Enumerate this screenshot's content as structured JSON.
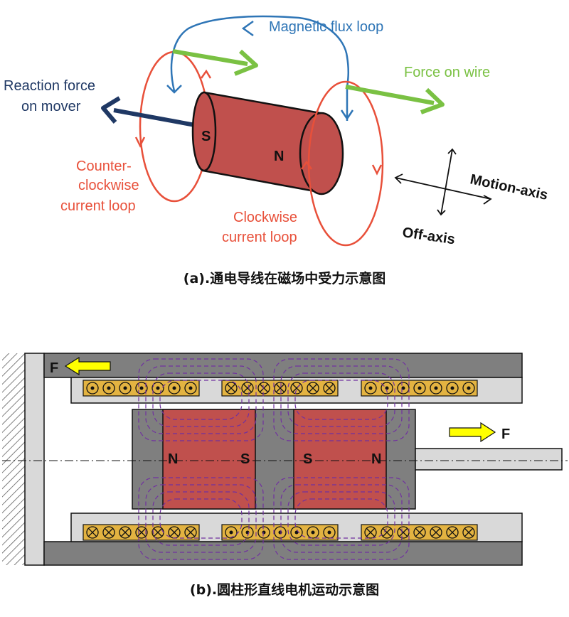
{
  "panel_a": {
    "caption": "(a).通电导线在磁场中受力示意图",
    "labels": {
      "magnetic_flux_loop": "Magnetic flux loop",
      "force_on_wire": "Force on wire",
      "reaction_force_line1": "Reaction force",
      "reaction_force_line2": "on mover",
      "ccw_line1": "Counter-",
      "ccw_line2": "clockwise",
      "ccw_line3": "current loop",
      "cw_line1": "Clockwise",
      "cw_line2": "current loop",
      "motion_axis": "Motion-axis",
      "off_axis": "Off-axis",
      "pole_s": "S",
      "pole_n": "N"
    },
    "colors": {
      "magnet": "#c0504d",
      "flux": "#2e75b6",
      "current": "#e8503a",
      "force": "#7ac143",
      "reaction": "#1f3864"
    }
  },
  "panel_b": {
    "caption": "(b).圆柱形直线电机运动示意图",
    "force_label_left": "F",
    "force_label_right": "F",
    "magnet1": {
      "left_pole": "N",
      "right_pole": "S"
    },
    "magnet2": {
      "left_pole": "S",
      "right_pole": "N"
    },
    "top_coils": [
      [
        "dot",
        "dot",
        "dot",
        "dot",
        "dot",
        "dot",
        "dot"
      ],
      [
        "cross",
        "cross",
        "cross",
        "cross",
        "cross",
        "cross",
        "cross"
      ],
      [
        "dot",
        "dot",
        "dot",
        "dot",
        "dot",
        "dot",
        "dot"
      ]
    ],
    "bottom_coils": [
      [
        "cross",
        "cross",
        "cross",
        "cross",
        "cross",
        "cross",
        "cross"
      ],
      [
        "dot",
        "dot",
        "dot",
        "dot",
        "dot",
        "dot",
        "dot"
      ],
      [
        "cross",
        "cross",
        "cross",
        "cross",
        "cross",
        "cross",
        "cross"
      ]
    ],
    "colors": {
      "housing": "#7f7f7f",
      "coil_former": "#d9d9d9",
      "coil": "#e3b341",
      "magnet": "#c0504d",
      "flux": "#7030a0",
      "arrow": "#ffff00"
    }
  }
}
